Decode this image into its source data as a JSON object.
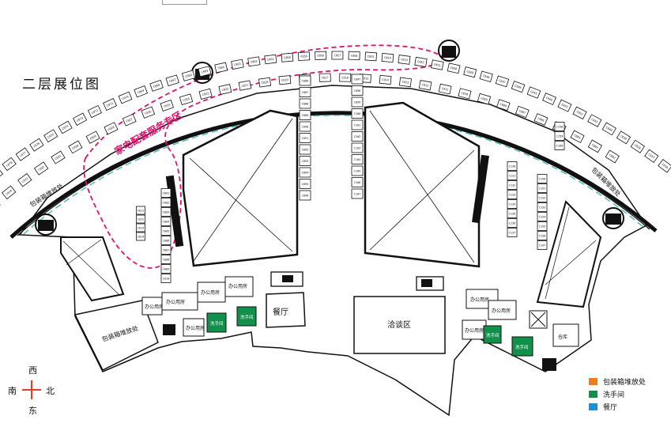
{
  "title": "二层展位图",
  "special_zone_label": "家电配套服务专区",
  "labels": {
    "packing_left_top": "包装箱堆放处",
    "packing_left_bottom": "包装箱堆放处",
    "packing_right": "包装箱堆放处",
    "restaurant": "餐厅",
    "negotiation": "洽谈区",
    "office": "办公用房",
    "toilet": "洗手间",
    "storage": "仓库"
  },
  "compass": {
    "north": "北",
    "south": "南",
    "east": "东",
    "west": "西"
  },
  "legend": [
    {
      "label": "包装箱堆放处",
      "color": "#f07c1c"
    },
    {
      "label": "洗手间",
      "color": "#10904a"
    },
    {
      "label": "餐厅",
      "color": "#1e8fd6"
    }
  ],
  "colors": {
    "outline": "#111111",
    "zone_dash": "#e0106e",
    "glass_dash": "#46b8b0",
    "toilet": "#10904a"
  },
  "booths": {
    "arc_outer": [
      "C085",
      "C084",
      "C083",
      "C082",
      "C081",
      "C080",
      "C079",
      "C078",
      "C077",
      "C076",
      "C075",
      "C074",
      "C073",
      "C072",
      "C071",
      "C070",
      "C069",
      "C068",
      "C067",
      "C066",
      "C065",
      "C064",
      "C063",
      "C062",
      "C061",
      "C060",
      "C059",
      "C058",
      "C057",
      "C056",
      "C055",
      "C054",
      "C053",
      "C052",
      "C051",
      "C050",
      "C049",
      "C048",
      "C047",
      "C046",
      "C045",
      "C044",
      "C043",
      "C042",
      "C041",
      "C040",
      "C039",
      "C038",
      "C037",
      "C036"
    ],
    "arc_inner": [
      "C035",
      "C034",
      "C033",
      "C032",
      "C031",
      "C030",
      "C029",
      "C028",
      "C027",
      "C026",
      "C025",
      "C024",
      "C023",
      "C022",
      "C021",
      "C020",
      "C019",
      "C018",
      "C017",
      "C016",
      "C015",
      "C014",
      "C013",
      "C012",
      "C011",
      "C010",
      "C009",
      "C008",
      "C007",
      "C006",
      "C005",
      "C004",
      "C003",
      "C002"
    ],
    "col_mid_left": [
      "C086",
      "C087",
      "C088",
      "C089",
      "C090",
      "C091",
      "C092",
      "C093",
      "C094",
      "C095",
      "C096"
    ],
    "col_mid_right": [
      "C097",
      "C098",
      "C099",
      "C100",
      "C101",
      "C102",
      "C103",
      "C104",
      "C105",
      "C106",
      "C107"
    ],
    "col_right_block": [
      "C130",
      "C131",
      "C132",
      "C133",
      "C134",
      "C135",
      "C136",
      "C137"
    ],
    "col_far_right": [
      "C150",
      "C151",
      "C152",
      "C153",
      "C154",
      "C155",
      "C156",
      "C157"
    ],
    "left_block": [
      "C001",
      "C002",
      "C003",
      "C004",
      "C005",
      "C006",
      "C007",
      "C008",
      "C009",
      "C010"
    ],
    "left_small": [
      "C011",
      "C012",
      "C013",
      "C014"
    ],
    "right_small": [
      "C158",
      "C159",
      "C160"
    ]
  }
}
